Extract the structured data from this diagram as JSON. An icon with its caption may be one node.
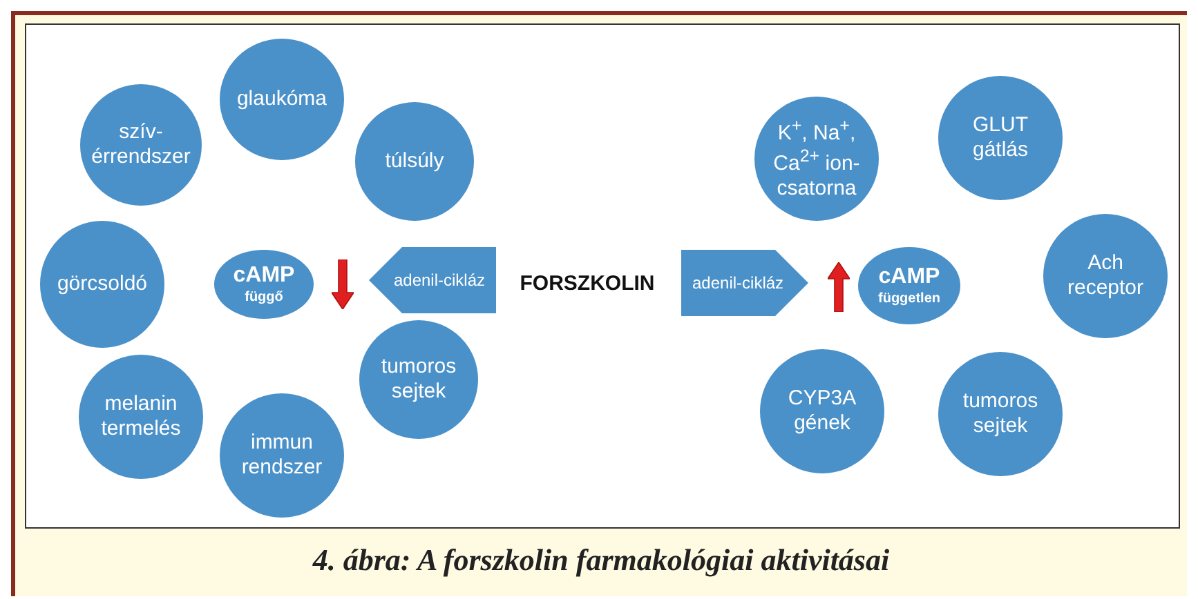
{
  "diagram": {
    "caption": "4. ábra: A forszkolin farmakológiai aktivitásai",
    "nodes": [
      {
        "text": [
          "szív-érrendszer"
        ]
      },
      {
        "text": [
          "glaukóma"
        ]
      },
      {
        "text": [
          "túlsúly"
        ]
      },
      {
        "text": [
          "K$^{+}$, Na$^{+}$, Ca$^{2+}$ ion-csatorna"
        ]
      },
      {
        "text": [
          "GLUT gátlás"
        ]
      },
      {
        "text": [
          "görcsoldó"
        ]
      },
      {
        "text": [
          "cAMP",
          "függő"
        ]
      },
      {
        "text": [],
        "shape": "arrow"
      },
      {
        "text": [
          "adenil-cikláz"
        ]
      },
      {
        "text": [
          "FORSZKOLIN"
        ]
      },
      {
        "text": [
          "adenil-cikláz"
        ]
      },
      {
        "text": [],
        "shape": "arrow"
      },
      {
        "text": [
          "cAMP",
          "független"
        ]
      },
      {
        "text": [
          "Ach receptor"
        ]
      },
      {
        "text": [
          "tumoros sejtek"
        ]
      },
      {
        "text": [
          "CYP3A gének"
        ]
      },
      {
        "text": [
          "tumoros sejtek"
        ]
      },
      {
        "text": [
          "melanin termelés"
        ]
      },
      {
        "text": [
          "immun rendszer"
        ]
      }
    ]
  }
}
